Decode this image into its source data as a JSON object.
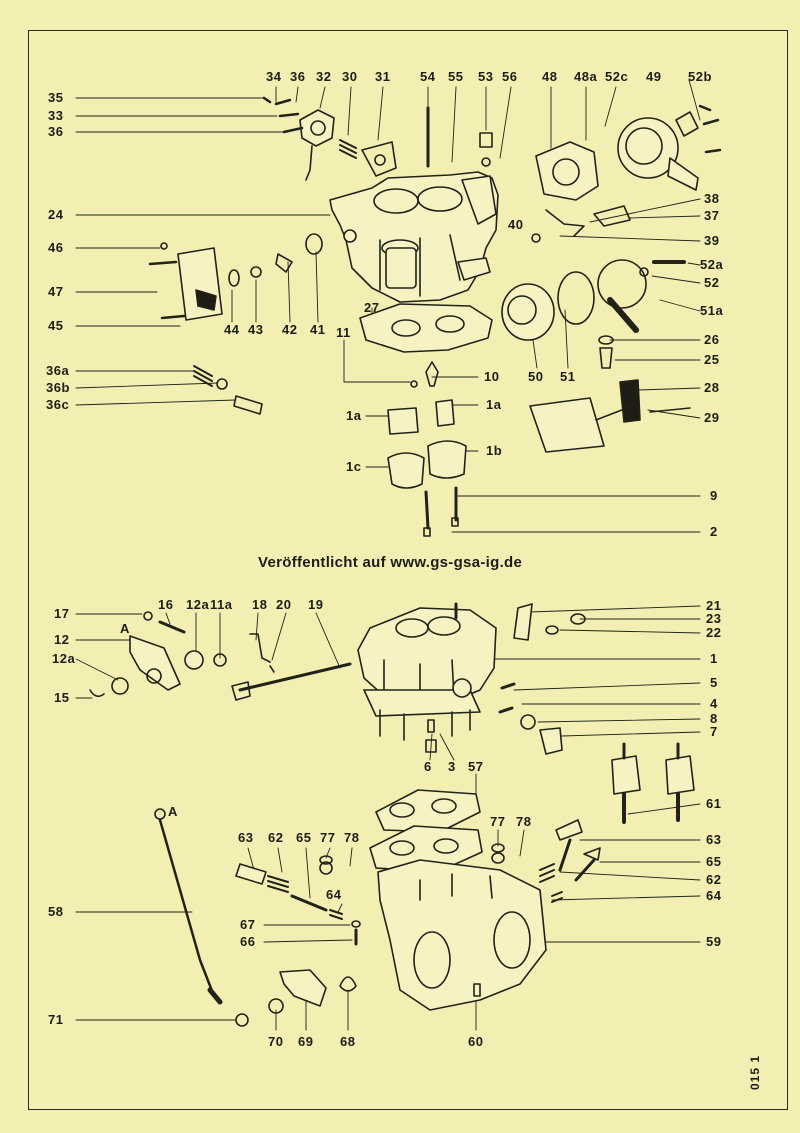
{
  "watermark": "Veröffentlicht auf  www.gs-gsa-ig.de",
  "document_code": "015 1",
  "callouts_top": {
    "c34": "34",
    "c36a": "36",
    "c32": "32",
    "c30": "30",
    "c31": "31",
    "c54": "54",
    "c55": "55",
    "c53": "53",
    "c56": "56",
    "c48": "48",
    "c48a": "48a",
    "c52c": "52c",
    "c49": "49",
    "c52b": "52b",
    "c35": "35",
    "c33": "33",
    "c36b": "36",
    "c24": "24",
    "c46": "46",
    "c47": "47",
    "c45": "45",
    "c44": "44",
    "c43": "43",
    "c42": "42",
    "c41": "41",
    "c27": "27",
    "c11": "11",
    "c38": "38",
    "c37": "37",
    "c40": "40",
    "c39": "39",
    "c52a": "52a",
    "c52": "52",
    "c51a": "51a",
    "c26": "26",
    "c25": "25",
    "c50": "50",
    "c51": "51",
    "c28": "28",
    "c29": "29",
    "c10": "10",
    "c36sa": "36a",
    "c36sb": "36b",
    "c36sc": "36c",
    "c1a_l": "1a",
    "c1a_r": "1a",
    "c1c": "1c",
    "c1b": "1b",
    "c9": "9",
    "c2": "2"
  },
  "callouts_bottom": {
    "c17": "17",
    "c16": "16",
    "c12a_t": "12a",
    "c11a": "11a",
    "c18": "18",
    "c20": "20",
    "c19": "19",
    "cA1": "A",
    "c12": "12",
    "c12a_l": "12a",
    "c15": "15",
    "c21": "21",
    "c23": "23",
    "c22": "22",
    "c1": "1",
    "c5": "5",
    "c4": "4",
    "c8": "8",
    "c7": "7",
    "c6": "6",
    "c3": "3",
    "c57": "57",
    "c61": "61",
    "cA2": "A",
    "c63_l": "63",
    "c62_l": "62",
    "c65_l": "65",
    "c78_l": "78",
    "c77_r": "77",
    "c78_r": "78",
    "c63_r": "63",
    "c65_r": "65",
    "c62_r": "62",
    "c64_r": "64",
    "c58": "58",
    "c64_l": "64",
    "c67": "67",
    "c66": "66",
    "c59": "59",
    "c71": "71",
    "c70": "70",
    "c69": "69",
    "c68": "68",
    "c60": "60"
  },
  "colors": {
    "paper": "#f3efb3",
    "ink": "#1d1d16"
  }
}
